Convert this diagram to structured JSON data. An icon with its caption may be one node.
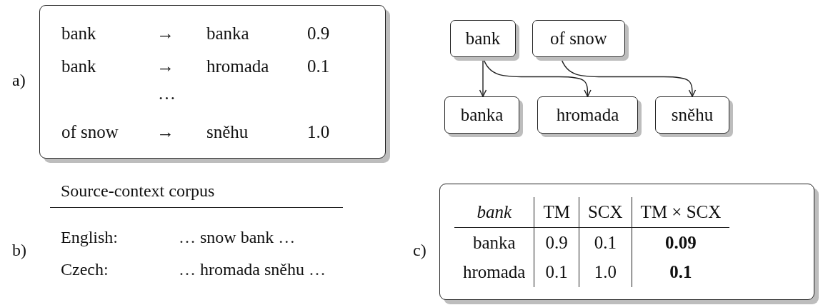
{
  "diagram": {
    "nodes": [
      {
        "text": [
          "bank",
          "→",
          "banka",
          "0.9",
          "bank",
          "→",
          "hromada",
          "0.1",
          "…",
          "of snow",
          "→",
          "sněhu",
          "1.0"
        ]
      },
      {
        "text": [
          "bank"
        ]
      },
      {
        "text": [
          "of snow"
        ]
      },
      {
        "text": [
          "banka"
        ]
      },
      {
        "text": [
          "hromada"
        ]
      },
      {
        "text": [
          "sněhu"
        ]
      },
      {
        "text": [
          "bank",
          "TM",
          "SCX",
          "TM × SCX",
          "banka",
          "0.9",
          "0.1",
          "0.09",
          "hromada",
          "0.1",
          "1.0",
          "0.1"
        ]
      }
    ],
    "edges": [
      {
        "from": 1,
        "to": 3,
        "arrow": "to"
      },
      {
        "from": 1,
        "to": 4,
        "arrow": "to"
      },
      {
        "from": 2,
        "to": 5,
        "arrow": "to"
      }
    ],
    "labels": [
      "a)",
      "b)",
      "Source-context corpus",
      "English:",
      "… snow bank …",
      "Czech:",
      "… hromada sněhu …",
      "c)"
    ]
  }
}
